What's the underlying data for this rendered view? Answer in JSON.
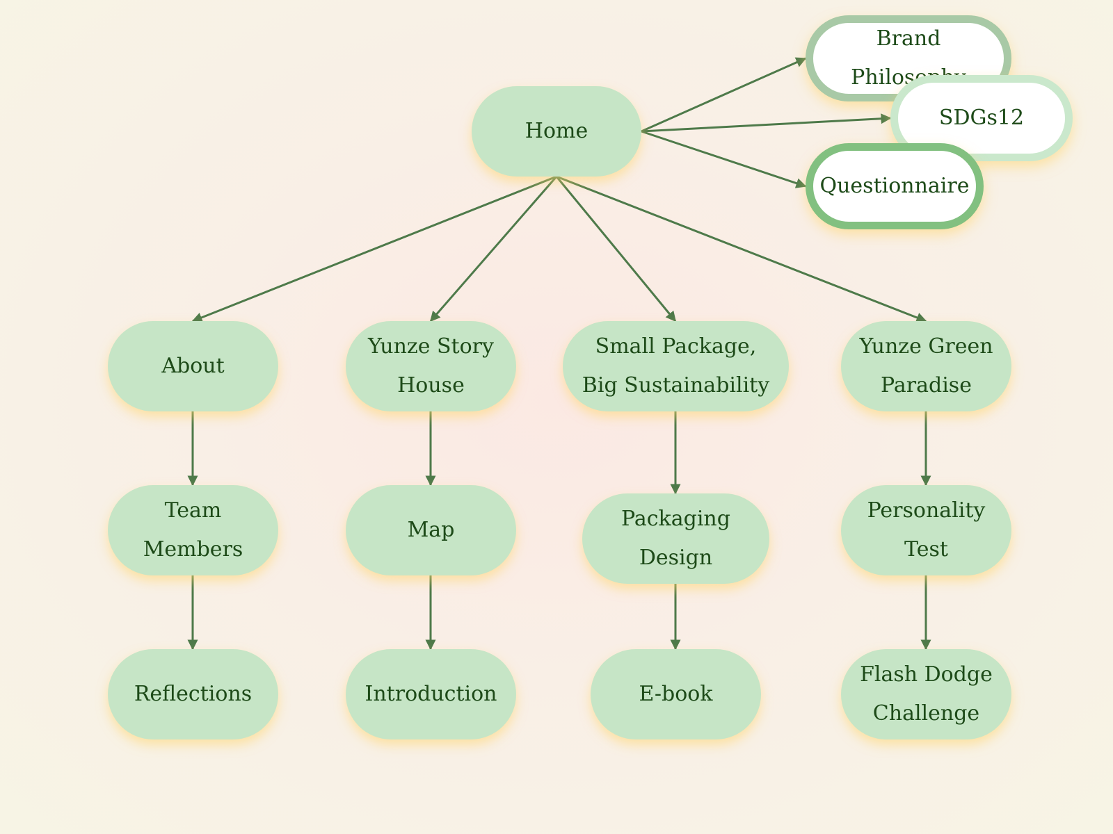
{
  "colors": {
    "node_fill": "#c6e5c6",
    "node_text": "#1d4a18",
    "edge": "#4e7a4a",
    "brand_border": "#a8c9a6",
    "sdgs_border": "#cae8cc",
    "questionnaire_border": "#82c080",
    "node_glow": "#ffd66e"
  },
  "nodes": {
    "home": "Home",
    "brand_philosophy": "Brand Philosophy",
    "sdgs12": "SDGs12",
    "questionnaire": "Questionnaire",
    "about": "About",
    "story_house": "Yunze Story House",
    "small_package": "Small Package, Big Sustainability",
    "green_paradise": "Yunze Green Paradise",
    "team_members": "Team Members",
    "map": "Map",
    "packaging_design": "Packaging Design",
    "personality_test": "Personality Test",
    "reflections": "Reflections",
    "introduction": "Introduction",
    "ebook": "E-book",
    "flash_dodge": "Flash Dodge Challenge"
  },
  "edges": [
    [
      "home",
      "brand_philosophy"
    ],
    [
      "home",
      "sdgs12"
    ],
    [
      "home",
      "questionnaire"
    ],
    [
      "home",
      "about"
    ],
    [
      "home",
      "story_house"
    ],
    [
      "home",
      "small_package"
    ],
    [
      "home",
      "green_paradise"
    ],
    [
      "about",
      "team_members"
    ],
    [
      "team_members",
      "reflections"
    ],
    [
      "story_house",
      "map"
    ],
    [
      "map",
      "introduction"
    ],
    [
      "small_package",
      "packaging_design"
    ],
    [
      "packaging_design",
      "ebook"
    ],
    [
      "green_paradise",
      "personality_test"
    ],
    [
      "personality_test",
      "flash_dodge"
    ]
  ]
}
